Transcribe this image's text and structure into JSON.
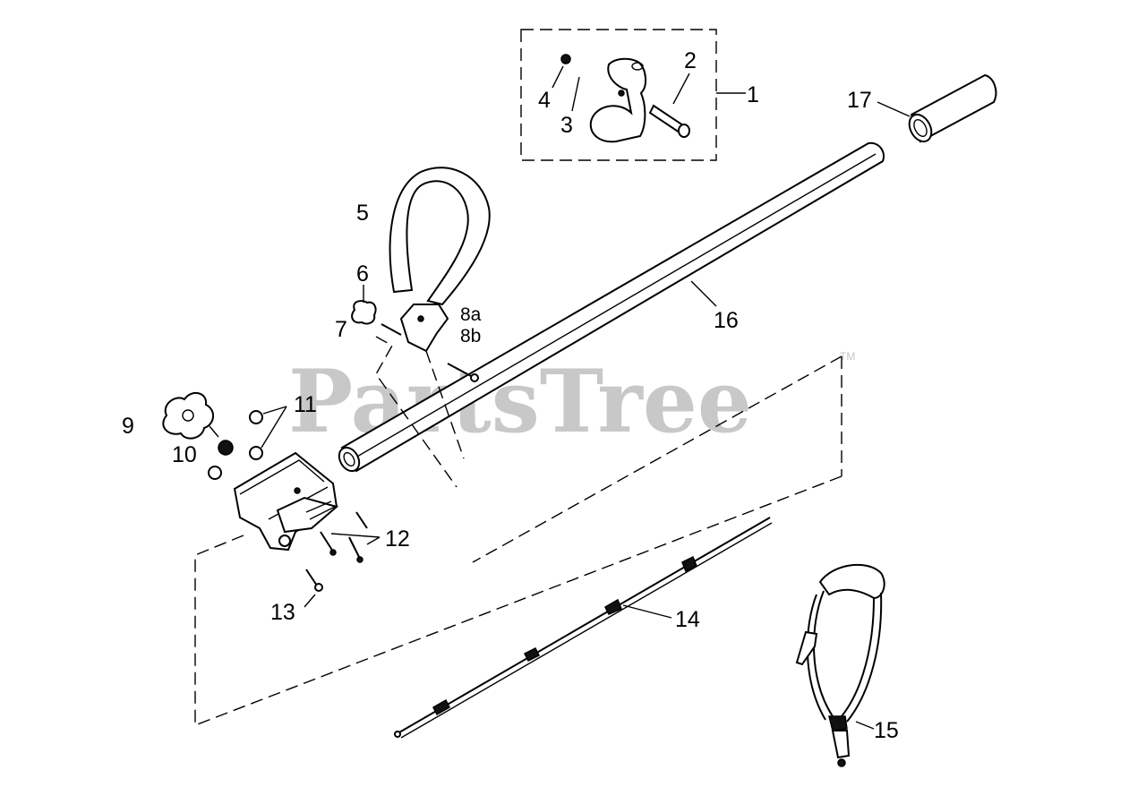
{
  "watermark": {
    "text": "PartsTree",
    "tm": "TM"
  },
  "callouts": {
    "c1": "1",
    "c2": "2",
    "c3": "3",
    "c4": "4",
    "c5": "5",
    "c6": "6",
    "c7": "7",
    "c8a": "8a",
    "c8b": "8b",
    "c9": "9",
    "c10": "10",
    "c11": "11",
    "c12": "12",
    "c13": "13",
    "c14": "14",
    "c15": "15",
    "c16": "16",
    "c17": "17"
  }
}
